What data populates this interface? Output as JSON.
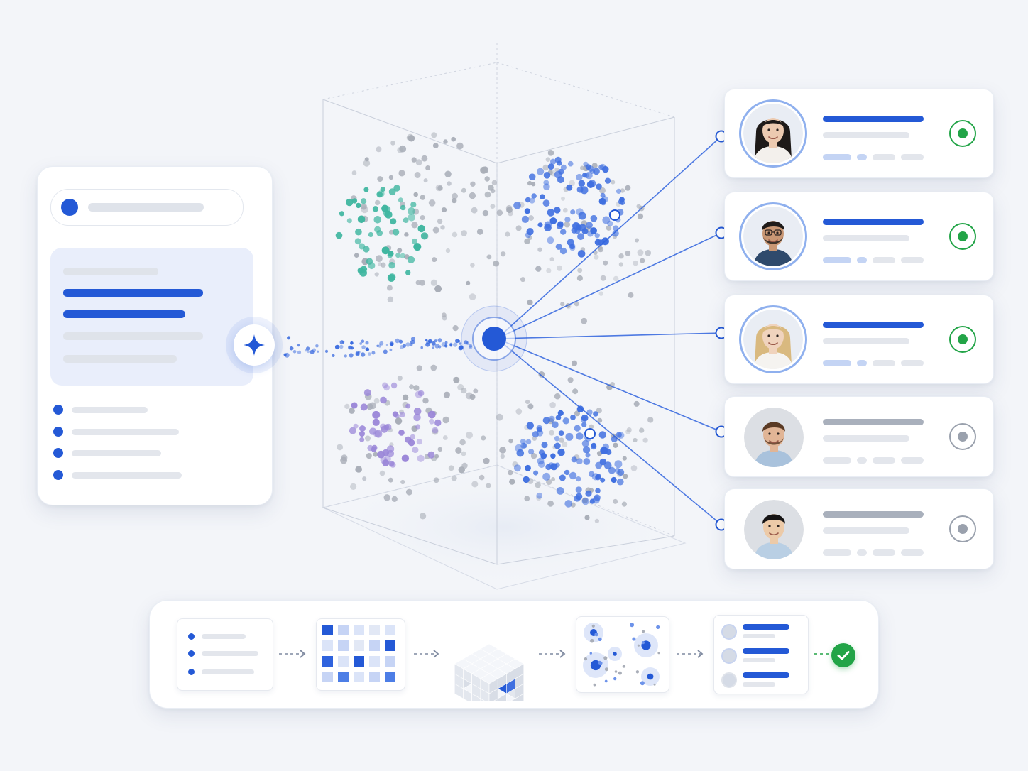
{
  "colors": {
    "accent": "#2459d6",
    "success": "#22a447",
    "neutral": "#9aa1ad",
    "teal": "#3fb6a0",
    "purple": "#9a86d8"
  },
  "icons": {
    "query": "sparkle-icon",
    "selected": "radio-selected-icon",
    "unselected": "radio-unselected-icon",
    "done": "check-circle-icon"
  },
  "candidates": [
    {
      "avatar": "avatar-woman-dark-hair",
      "state": "selected"
    },
    {
      "avatar": "avatar-man-glasses",
      "state": "selected"
    },
    {
      "avatar": "avatar-woman-blonde",
      "state": "selected"
    },
    {
      "avatar": "avatar-man-brown-hair",
      "state": "unselected"
    },
    {
      "avatar": "avatar-man-black-hair",
      "state": "unselected"
    }
  ],
  "pipeline_steps": [
    "document-step",
    "embedding-grid-step",
    "vector-cube-step",
    "cluster-step",
    "ranked-results-step"
  ]
}
